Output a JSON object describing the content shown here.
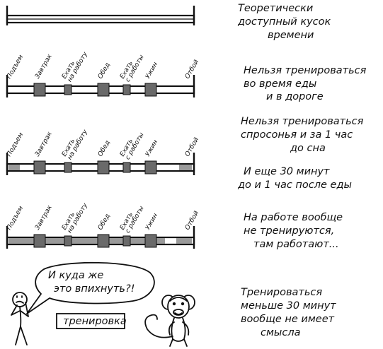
{
  "captions": [
    [
      "Теоретически",
      "доступный кусок",
      "времени"
    ],
    [
      "Нельзя тренироваться",
      "во время еды",
      "и в дороге"
    ],
    [
      "Нельзя тренироваться",
      "спросонья и за 1 час",
      "до сна"
    ],
    [
      "И еще 30 минут",
      "до и 1 час после еды"
    ],
    [
      "На работе вообще",
      "не тренируются,",
      "там работают..."
    ],
    [
      "Тренироваться",
      "меньше 30 минут",
      "вообще не имеет",
      "смысла"
    ]
  ],
  "labels": {
    "wake": "Подъем",
    "breakfast": "Завтрак",
    "to_work": [
      "Ехать",
      "на работу"
    ],
    "lunch": "Обед",
    "from_work": [
      "Ехать",
      "с работы"
    ],
    "dinner": "Ужин",
    "sleep": "Отбой"
  },
  "speech": [
    "И куда же",
    "это впихнуть?!"
  ],
  "box_label": "тренировка"
}
